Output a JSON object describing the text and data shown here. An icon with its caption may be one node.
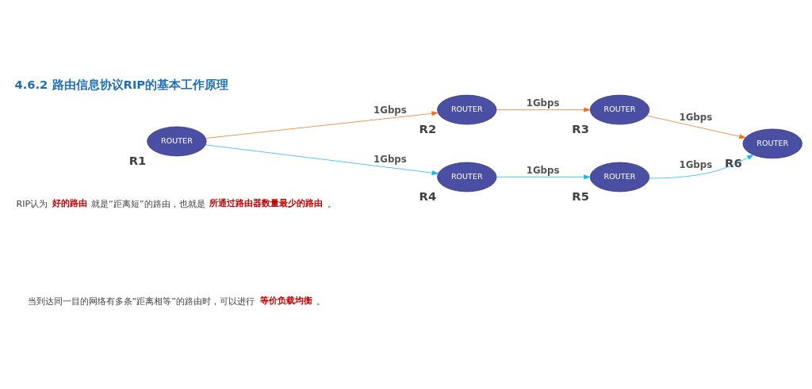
{
  "diagram": {
    "title": "4.6.2 路由信息协议RIP的基本工作原理",
    "nodes": [
      {
        "text": [
          "ROUTER"
        ],
        "beside": [
          "R1"
        ]
      },
      {
        "text": [
          "ROUTER"
        ],
        "beside": [
          "R2"
        ]
      },
      {
        "text": [
          "ROUTER"
        ],
        "beside": [
          "R3"
        ]
      },
      {
        "text": [
          "ROUTER"
        ],
        "beside": [
          "R6"
        ]
      },
      {
        "text": [
          "ROUTER"
        ],
        "beside": [
          "R4"
        ]
      },
      {
        "text": [
          "ROUTER"
        ],
        "beside": [
          "R5"
        ]
      }
    ],
    "edges": [
      {
        "from": 0,
        "to": 1,
        "arrow": "to",
        "label": "1Gbps",
        "color": "#e8731c"
      },
      {
        "from": 1,
        "to": 2,
        "arrow": "to",
        "label": "1Gbps",
        "color": "#e8731c"
      },
      {
        "from": 2,
        "to": 3,
        "arrow": "to",
        "label": "1Gbps",
        "color": "#e8731c"
      },
      {
        "from": 0,
        "to": 4,
        "arrow": "to",
        "label": "1Gbps",
        "color": "#1ab3ea"
      },
      {
        "from": 4,
        "to": 5,
        "arrow": "to",
        "label": "1Gbps",
        "color": "#1ab3ea"
      },
      {
        "from": 5,
        "to": 3,
        "arrow": "to",
        "label": "1Gbps",
        "color": "#1ab3ea"
      }
    ],
    "labels": [
      "RIP认为**好的路由**就是“距离短”的路由，也就是**所通过路由器数量最少的路由**。",
      "当到达同一目的网络有多条“距离相等”的路由时，可以进行**等价负载均衡**。"
    ]
  }
}
